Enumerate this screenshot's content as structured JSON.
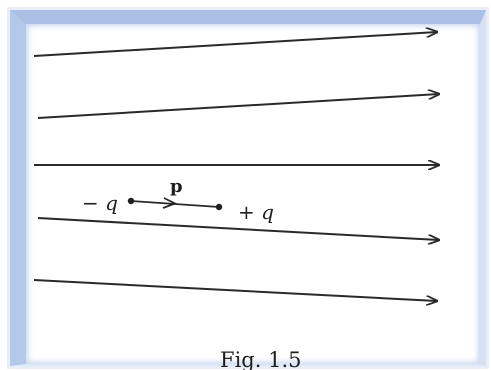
{
  "figure": {
    "caption": "Fig. 1.5",
    "line_color": "#2a2a2a",
    "frame_color": "#a9c0e4"
  },
  "dipole": {
    "negative_charge": "− q",
    "positive_charge": "+ q",
    "moment_label": "p"
  },
  "field_lines": [
    {
      "name": "field-line-1"
    },
    {
      "name": "field-line-2"
    },
    {
      "name": "field-line-3"
    },
    {
      "name": "field-line-4"
    },
    {
      "name": "field-line-5"
    }
  ]
}
